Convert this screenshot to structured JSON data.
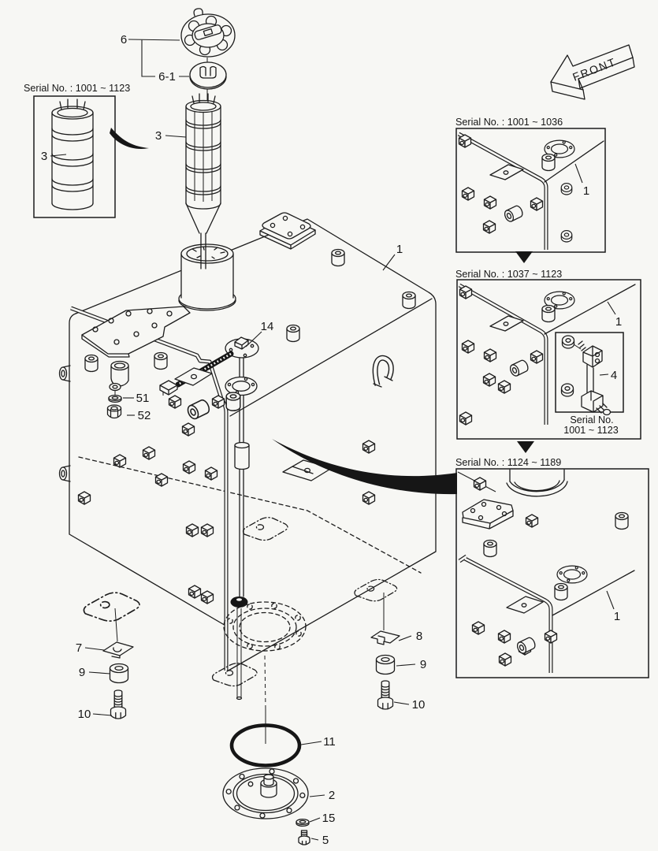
{
  "colors": {
    "background": "#f7f7f4",
    "line": "#1c1c1c"
  },
  "front_marker": {
    "label": "FRONT"
  },
  "callouts": {
    "tank": "1",
    "drain_cover": "2",
    "strainer": "3",
    "strainer_early": "3",
    "sender_link": "4",
    "drain_bolt": "5",
    "filler_cap": "6",
    "cap_ring": "6-1",
    "clamp_left": "7",
    "clamp_right": "8",
    "spacer_left": "9",
    "spacer_right": "9",
    "bolt_left": "10",
    "bolt_right": "10",
    "o_ring": "11",
    "fuel_sender": "14",
    "washer": "51",
    "plug": "52",
    "inset_a_tank": "1",
    "inset_b_tank": "1",
    "inset_c_tank": "1"
  },
  "serial_notes": {
    "strainer_early": "Serial No. : 1001 ~ 1123",
    "inset_a": "Serial No. : 1001 ~ 1036",
    "inset_b": "Serial No. : 1037 ~ 1123",
    "inset_b_inner_line1": "Serial No.",
    "inset_b_inner_line2": "1001 ~ 1123",
    "inset_c": "Serial No. : 1124 ~ 1189"
  }
}
